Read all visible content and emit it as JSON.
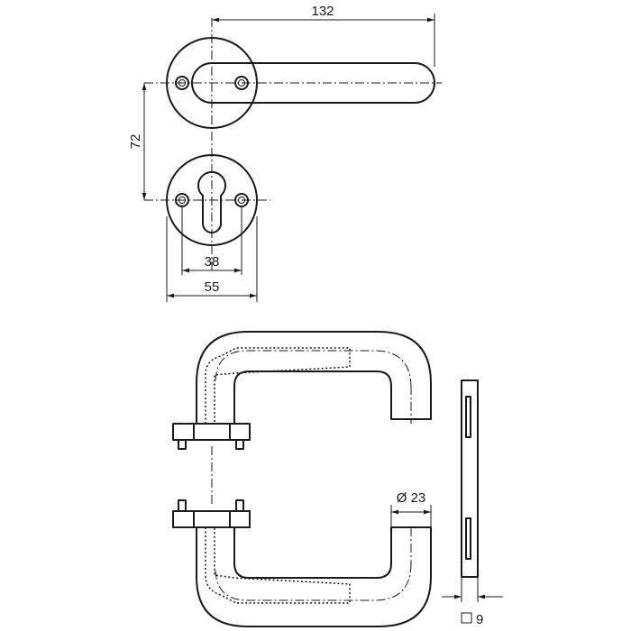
{
  "dimensions": {
    "handle_length": "132",
    "rose_spacing": "72",
    "screw_spacing": "38",
    "rose_diameter": "55",
    "handle_diameter": "Ø 23",
    "spindle_square": "9"
  },
  "colors": {
    "line": "#1a1a1a",
    "background": "#ffffff"
  }
}
